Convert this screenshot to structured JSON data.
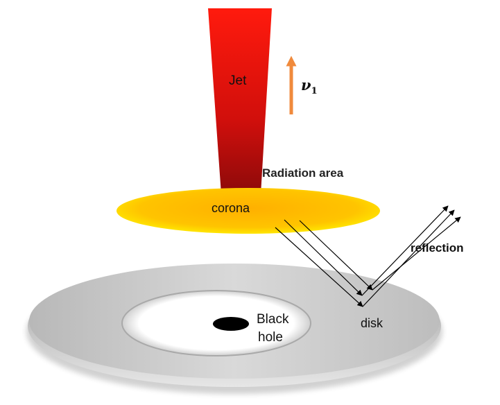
{
  "labels": {
    "jet": "Jet",
    "velocity_symbol": "ν",
    "velocity_subscript": "1",
    "radiation_area": "Radiation area",
    "corona": "corona",
    "reflection": "reflection",
    "disk": "disk",
    "black_hole_line1": "Black",
    "black_hole_line2": "hole"
  },
  "colors": {
    "jet_top": "#ff1a0d",
    "jet_bottom": "#8c0a0a",
    "corona_outer": "#ffe400",
    "corona_inner": "#ffb000",
    "disk": "#c8c8c8",
    "velocity_arrow": "#f08a3c",
    "black_hole": "#000000"
  }
}
